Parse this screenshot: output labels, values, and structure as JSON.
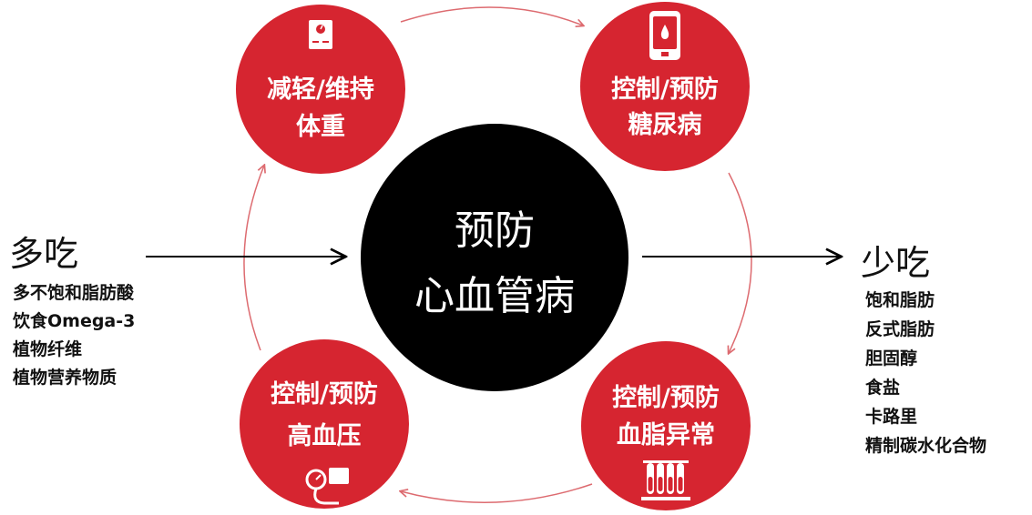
{
  "center": {
    "line1": "预防",
    "line2": "心血管病"
  },
  "nodes": {
    "weight": {
      "line1": "减轻/维持",
      "line2": "体重",
      "icon": "scale-icon"
    },
    "diabetes": {
      "line1": "控制/预防",
      "line2": "糖尿病",
      "icon": "glucose-meter-icon"
    },
    "hypertension": {
      "line1": "控制/预防",
      "line2": "高血压",
      "icon": "blood-pressure-monitor-icon"
    },
    "dyslipidemia": {
      "line1": "控制/预防",
      "line2": "血脂异常",
      "icon": "test-tubes-icon"
    }
  },
  "eat_more": {
    "heading": "多吃",
    "items": [
      "多不饱和脂肪酸",
      "饮食Omega-3",
      "植物纤维",
      "植物营养物质"
    ]
  },
  "eat_less": {
    "heading": "少吃",
    "items": [
      "饱和脂肪",
      "反式脂肪",
      "胆固醇",
      "食盐",
      "卡路里",
      "精制碳水化合物"
    ]
  },
  "colors": {
    "node_red": "#d62530",
    "center_black": "#000000",
    "cycle_arrow": "#dd6b70",
    "text_dark": "#111111"
  }
}
